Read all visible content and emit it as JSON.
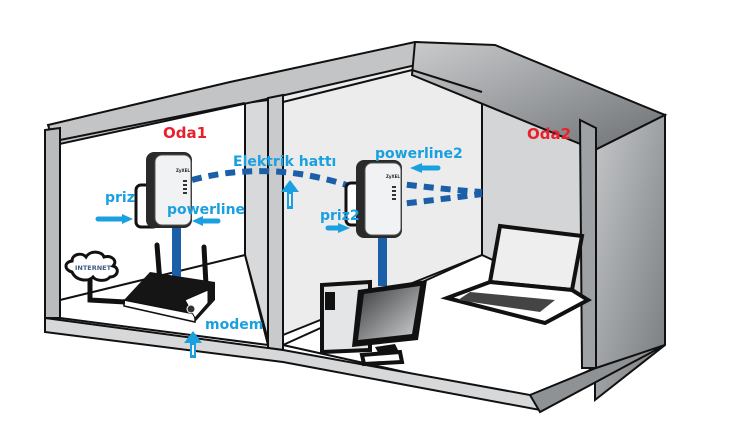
{
  "diagram": {
    "title": "Powerline network between two rooms",
    "rooms": [
      {
        "id": "room1",
        "label": "Oda1"
      },
      {
        "id": "room2",
        "label": "Oda2"
      }
    ],
    "labels": {
      "outlet1": "priz",
      "adapter1": "powerline",
      "power_line": "Elektrik hattı",
      "adapter2": "powerline2",
      "outlet2": "priz2",
      "modem": "modem",
      "internet": "INTERNET",
      "brand": "ZyXEL"
    },
    "devices": [
      "powerline-adapter-1",
      "modem-router",
      "internet-cloud",
      "powerline-adapter-2",
      "desktop-computer",
      "laptop"
    ],
    "colors": {
      "annotation": "#1aa0e0",
      "room_label": "#e8202a",
      "powerline_cable": "#1a5fa8",
      "wall": "#c8cacc",
      "outline": "#111111"
    }
  }
}
